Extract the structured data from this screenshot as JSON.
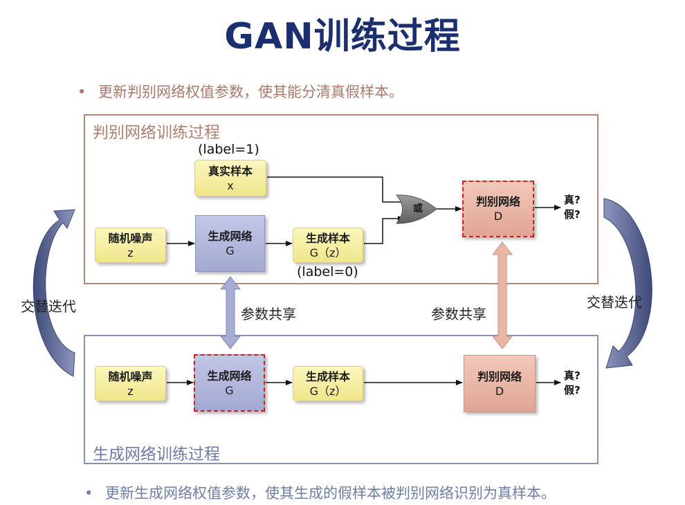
{
  "title": "GAN训练过程",
  "bullet_top": "更新判别网络权值参数，使其能分清真假样本。",
  "bullet_bottom": "更新生成网络权值参数，使其生成的假样本被判别网络识别为真样本。",
  "top_panel": {
    "label": "判别网络训练过程",
    "real_label_annotation": "(label=1)",
    "fake_label_annotation": "(label=0)",
    "real_sample": {
      "title": "真实样本",
      "sub": "x"
    },
    "noise": {
      "title": "随机噪声",
      "sub": "z"
    },
    "generator": {
      "title": "生成网络",
      "sub": "G"
    },
    "gen_sample": {
      "title": "生成样本",
      "sub": "G（z）"
    },
    "or_gate": "或",
    "discriminator": {
      "title": "判别网络",
      "sub": "D"
    },
    "output": {
      "line1": "真?",
      "line2": "假?"
    }
  },
  "bottom_panel": {
    "label": "生成网络训练过程",
    "noise": {
      "title": "随机噪声",
      "sub": "z"
    },
    "generator": {
      "title": "生成网络",
      "sub": "G"
    },
    "gen_sample": {
      "title": "生成样本",
      "sub": "G（z）"
    },
    "discriminator": {
      "title": "判别网络",
      "sub": "D"
    },
    "output": {
      "line1": "真?",
      "line2": "假?"
    }
  },
  "param_share_left": "参数共享",
  "param_share_right": "参数共享",
  "alternate_left": "交替迭代",
  "alternate_right": "交替迭代",
  "colors": {
    "title": "#1b2f6e",
    "top_accent": "#b88478",
    "bottom_accent": "#8b93b5",
    "dashed_border": "#d21d1d",
    "curved_arrow": "#4f5a86"
  }
}
